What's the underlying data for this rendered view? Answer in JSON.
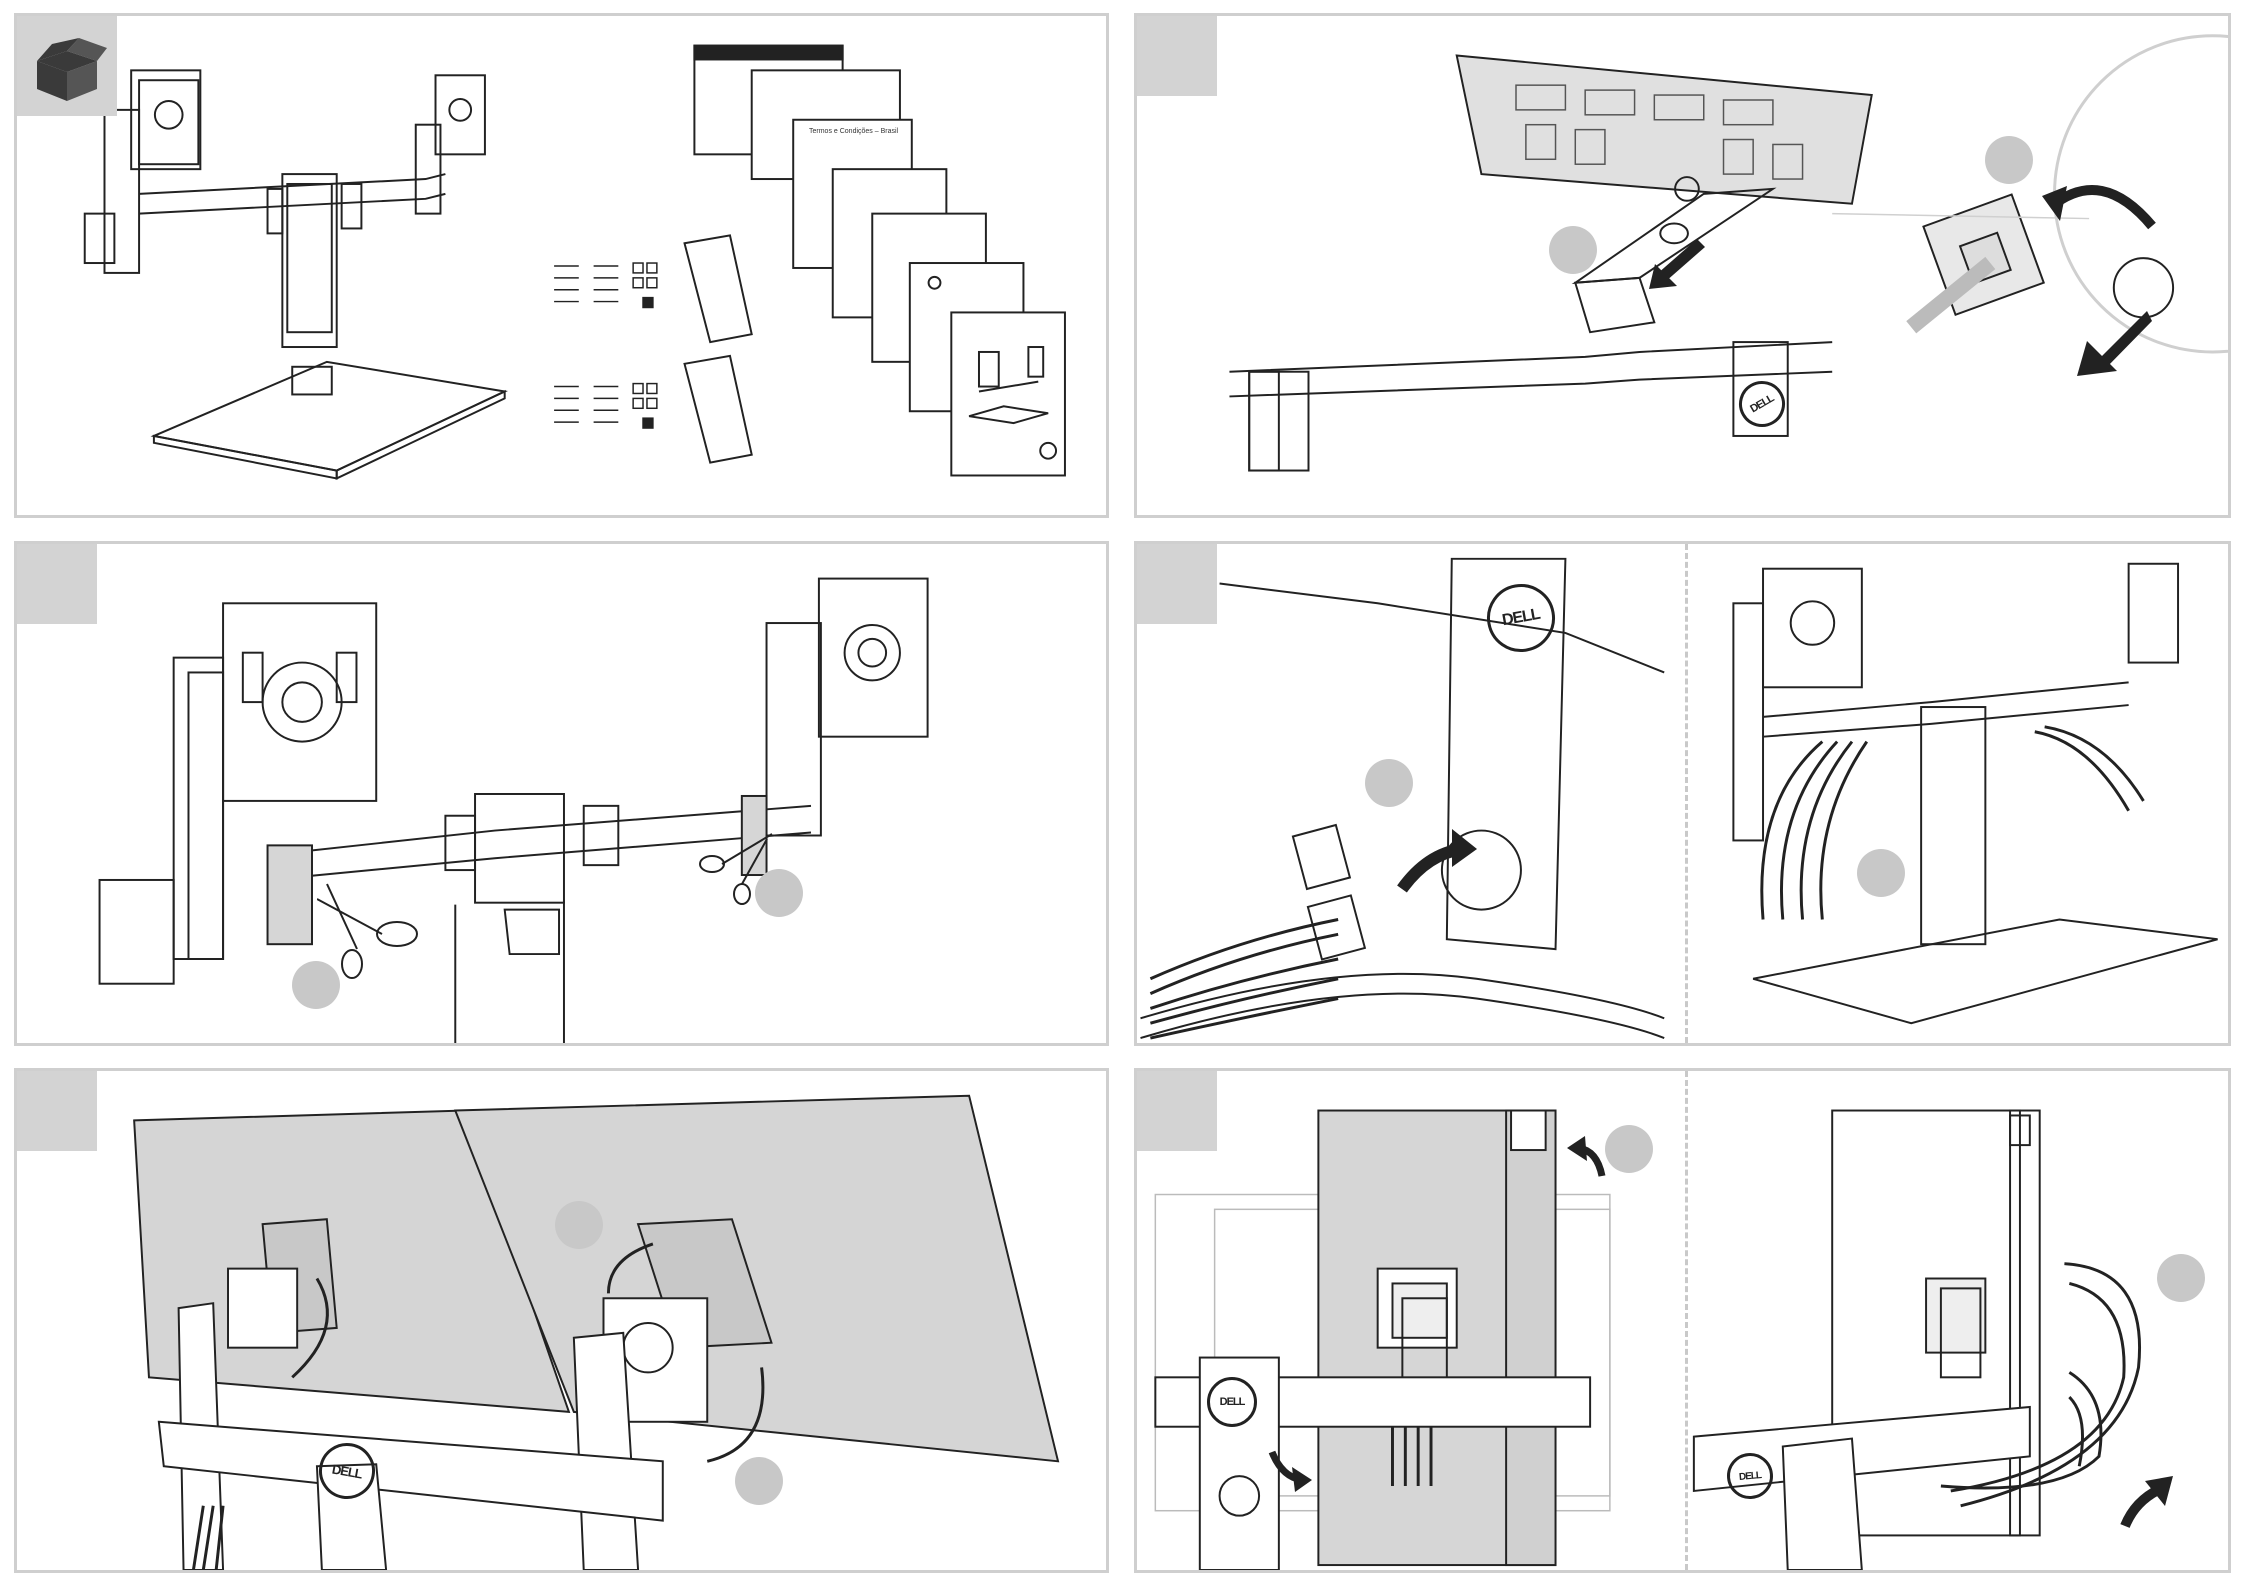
{
  "document": {
    "brand_label": "DELL",
    "kit_doc_title": "Termos e Condições – Brasil",
    "panels": [
      {
        "id": "contents",
        "step_tab": ""
      },
      {
        "id": "attach-base",
        "step_tab": ""
      },
      {
        "id": "cut-ties",
        "step_tab": ""
      },
      {
        "id": "route-cables",
        "step_tab": ""
      },
      {
        "id": "mount-monitors",
        "step_tab": ""
      },
      {
        "id": "connect-cables",
        "step_tab": ""
      }
    ],
    "icons": [
      "box-icon",
      "scissors-icon",
      "arrow-icon",
      "dell-logo-icon",
      "screw-icon"
    ]
  }
}
